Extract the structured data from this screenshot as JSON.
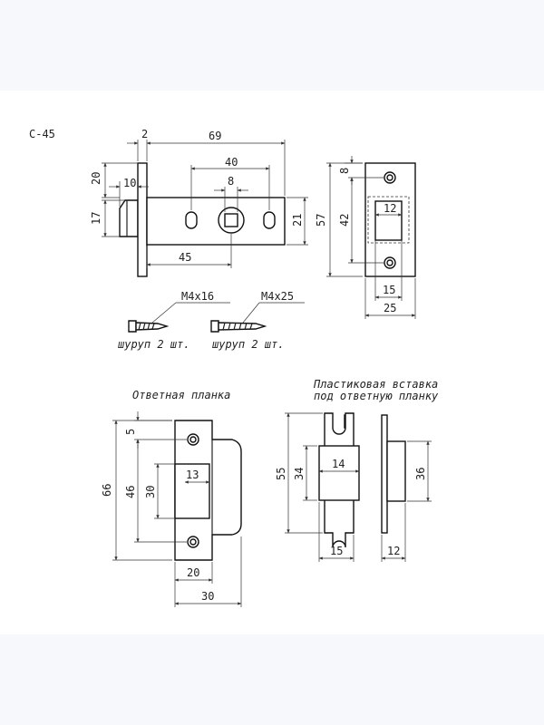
{
  "model": "С-45",
  "latch": {
    "dims": {
      "d2": "2",
      "d69": "69",
      "d40": "40",
      "d8": "8",
      "d20": "20",
      "d10": "10",
      "d17": "17",
      "d21": "21",
      "d45": "45"
    }
  },
  "faceplate": {
    "dims": {
      "d8": "8",
      "d42": "42",
      "d57": "57",
      "d12": "12",
      "d15": "15",
      "d25": "25"
    }
  },
  "screws": [
    {
      "size": "М4х16",
      "label": "шуруп 2 шт."
    },
    {
      "size": "М4х25",
      "label": "шуруп 2 шт."
    }
  ],
  "strike": {
    "title": "Ответная планка",
    "dims": {
      "d5": "5",
      "d66": "66",
      "d46": "46",
      "d30": "30",
      "d13": "13",
      "d20": "20",
      "d30b": "30"
    }
  },
  "insert": {
    "title_line1": "Пластиковая вставка",
    "title_line2": "под ответную планку",
    "dims": {
      "d55": "55",
      "d34": "34",
      "d14": "14",
      "d15": "15",
      "d36": "36",
      "d12": "12"
    }
  }
}
